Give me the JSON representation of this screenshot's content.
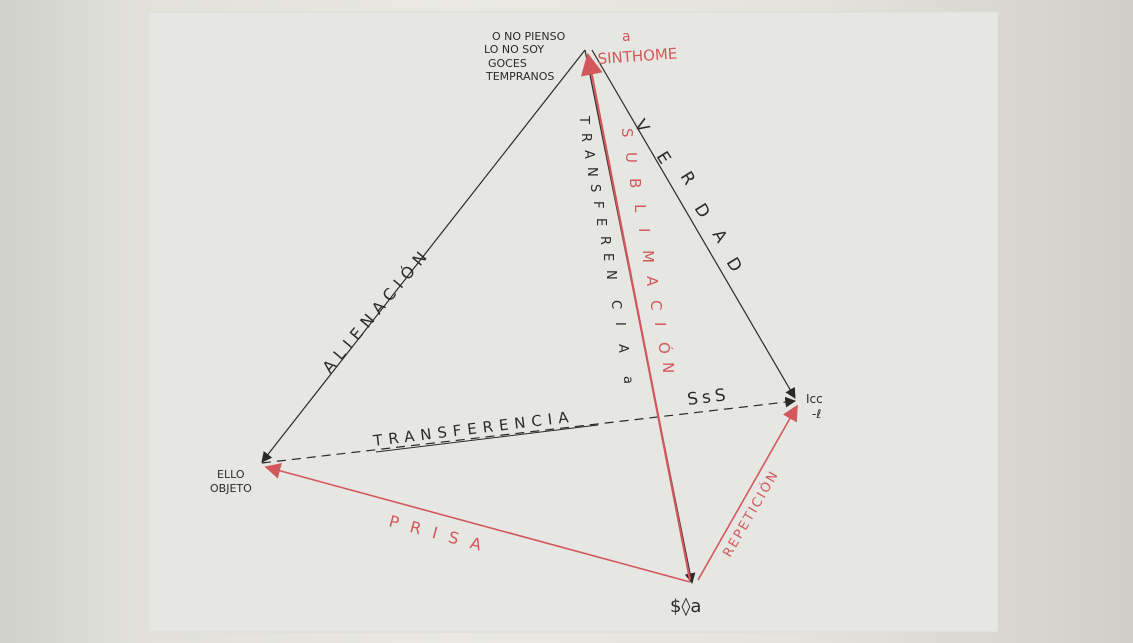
{
  "vertices": {
    "top_black": [
      "O NO PIENSO",
      "LO NO SOY",
      "GOCES",
      "TEMPRANOS"
    ],
    "top_red": [
      "a",
      "SINTHOME"
    ],
    "left": [
      "ELLO",
      "OBJETO"
    ],
    "right": [
      "Icc",
      "-ℓ"
    ],
    "bottom": "$◊a"
  },
  "edges": {
    "alienacion": "ALIENACIÓN",
    "verdad": [
      "V",
      "E",
      "R",
      "D",
      "A",
      "D"
    ],
    "transferencia_a": [
      "T",
      "R",
      "A",
      "N",
      "S",
      "F",
      "E",
      "R",
      "E",
      "N",
      "C",
      "I",
      "A",
      "a"
    ],
    "sublimacion": [
      "S",
      "U",
      "B",
      "L",
      "I",
      "M",
      "A",
      "C",
      "I",
      "Ó",
      "N"
    ],
    "transferencia": "TRANSFERENCIA",
    "sss": "SsS",
    "prisa": "PRISA",
    "repeticion": "REPETICIÓN"
  },
  "colors": {
    "ink": "#2a2a2a",
    "red": "#d2585c",
    "paper": "#e5e6e1"
  }
}
